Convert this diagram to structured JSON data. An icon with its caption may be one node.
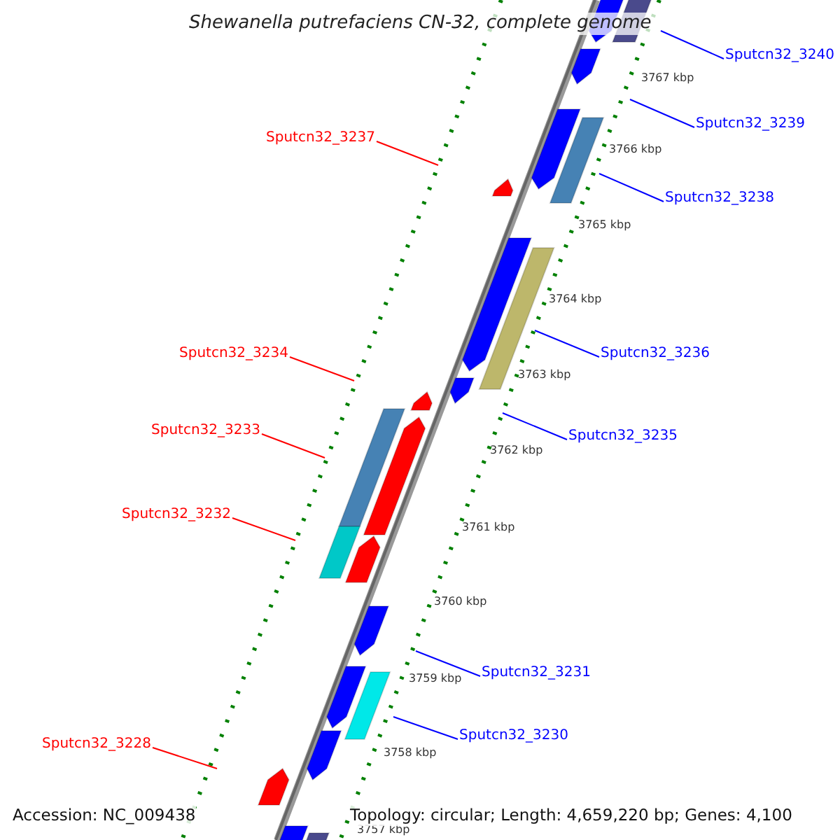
{
  "diagram": {
    "title": "Shewanella putrefaciens CN-32, complete genome",
    "nodes": [
      {
        "text": [
          "Sputcn32_3240"
        ]
      },
      {
        "text": [
          "Sputcn32_3239"
        ]
      },
      {
        "text": [
          "Sputcn32_3237"
        ]
      },
      {
        "text": [
          "Sputcn32_3238"
        ]
      },
      {
        "text": [
          "Sputcn32_3236"
        ]
      },
      {
        "text": [
          "Sputcn32_3234"
        ]
      },
      {
        "text": [
          "Sputcn32_3235"
        ]
      },
      {
        "text": [
          "Sputcn32_3233"
        ]
      },
      {
        "text": [
          "Sputcn32_3232"
        ]
      },
      {
        "text": [
          "Sputcn32_3231"
        ]
      },
      {
        "text": [
          "Sputcn32_3230"
        ]
      },
      {
        "text": [
          "Sputcn32_3228"
        ]
      }
    ],
    "edges": [
      {
        "from": 0,
        "to": null,
        "arrow": "none"
      },
      {
        "from": 1,
        "to": null,
        "arrow": "none"
      },
      {
        "from": 2,
        "to": null,
        "arrow": "none",
        "color": "#ff0000"
      },
      {
        "from": 3,
        "to": null,
        "arrow": "none"
      },
      {
        "from": 4,
        "to": null,
        "arrow": "none"
      },
      {
        "from": 5,
        "to": null,
        "arrow": "none",
        "color": "#ff0000"
      },
      {
        "from": 6,
        "to": null,
        "arrow": "none"
      },
      {
        "from": 7,
        "to": null,
        "arrow": "none",
        "color": "#ff0000"
      },
      {
        "from": 8,
        "to": null,
        "arrow": "none",
        "color": "#ff0000"
      },
      {
        "from": 9,
        "to": null,
        "arrow": "none"
      },
      {
        "from": 10,
        "to": null,
        "arrow": "none"
      },
      {
        "from": 11,
        "to": null,
        "arrow": "none",
        "color": "#ff0000"
      }
    ],
    "labels": [
      "3767 kbp",
      "3766 kbp",
      "3765 kbp",
      "3764 kbp",
      "3763 kbp",
      "3762 kbp",
      "3761 kbp",
      "3760 kbp",
      "3759 kbp",
      "3758 kbp",
      "3757 kbp",
      "Accession: NC_009438",
      "Topology: circular; Length: 4,659,220 bp; Genes: 4,100"
    ]
  }
}
